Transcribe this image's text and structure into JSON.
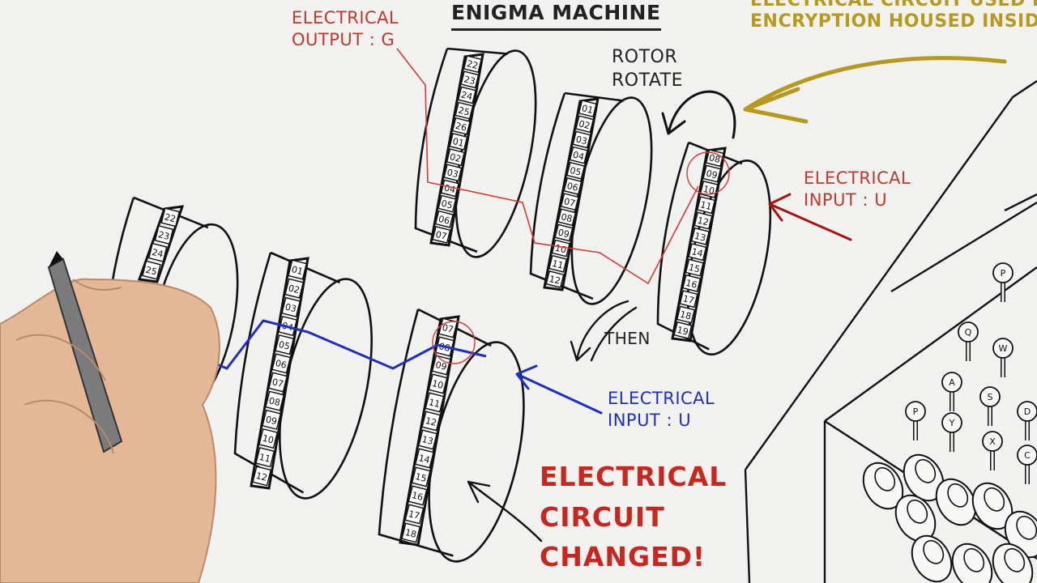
{
  "title": "ENIGMA MACHINE",
  "yellow_note": "ELECTRICAL CIRCUIT USED FOR\nENCRYPTION HOUSED INSIDE",
  "rotor_label": "ROTOR\nROTATE",
  "then_label": "THEN",
  "output_label": "ELECTRICAL\nOUTPUT : G",
  "input_top_label": "ELECTRICAL\nINPUT : U",
  "input_bottom_label": "ELECTRICAL\nINPUT : U",
  "changed_label": "ELECTRICAL\nCIRCUIT\nCHANGED!",
  "rotors": {
    "top_left": [
      "22",
      "23",
      "24",
      "25",
      "26",
      "01",
      "02",
      "03",
      "04",
      "05",
      "06",
      "07"
    ],
    "top_middle": [
      "01",
      "02",
      "03",
      "04",
      "05",
      "06",
      "07",
      "08",
      "09",
      "10",
      "11",
      "12"
    ],
    "top_right": [
      "08",
      "09",
      "10",
      "11",
      "12",
      "13",
      "14",
      "15",
      "16",
      "17",
      "18",
      "19"
    ],
    "bottom_left": [
      "22",
      "23",
      "24",
      "25"
    ],
    "bottom_middle": [
      "01",
      "02",
      "03",
      "04",
      "05",
      "06",
      "07",
      "08",
      "09",
      "10",
      "11",
      "12"
    ],
    "bottom_right": [
      "07",
      "08",
      "09",
      "10",
      "11",
      "12",
      "13",
      "14",
      "15",
      "16",
      "17",
      "18"
    ]
  },
  "keys": [
    "Q",
    "W",
    "A",
    "S",
    "D",
    "P",
    "Y",
    "X",
    "C",
    "P"
  ],
  "colors": {
    "red": "#d63a2f",
    "blue": "#1f2fbf",
    "yellow": "#b59a1e",
    "ink": "#111111"
  }
}
